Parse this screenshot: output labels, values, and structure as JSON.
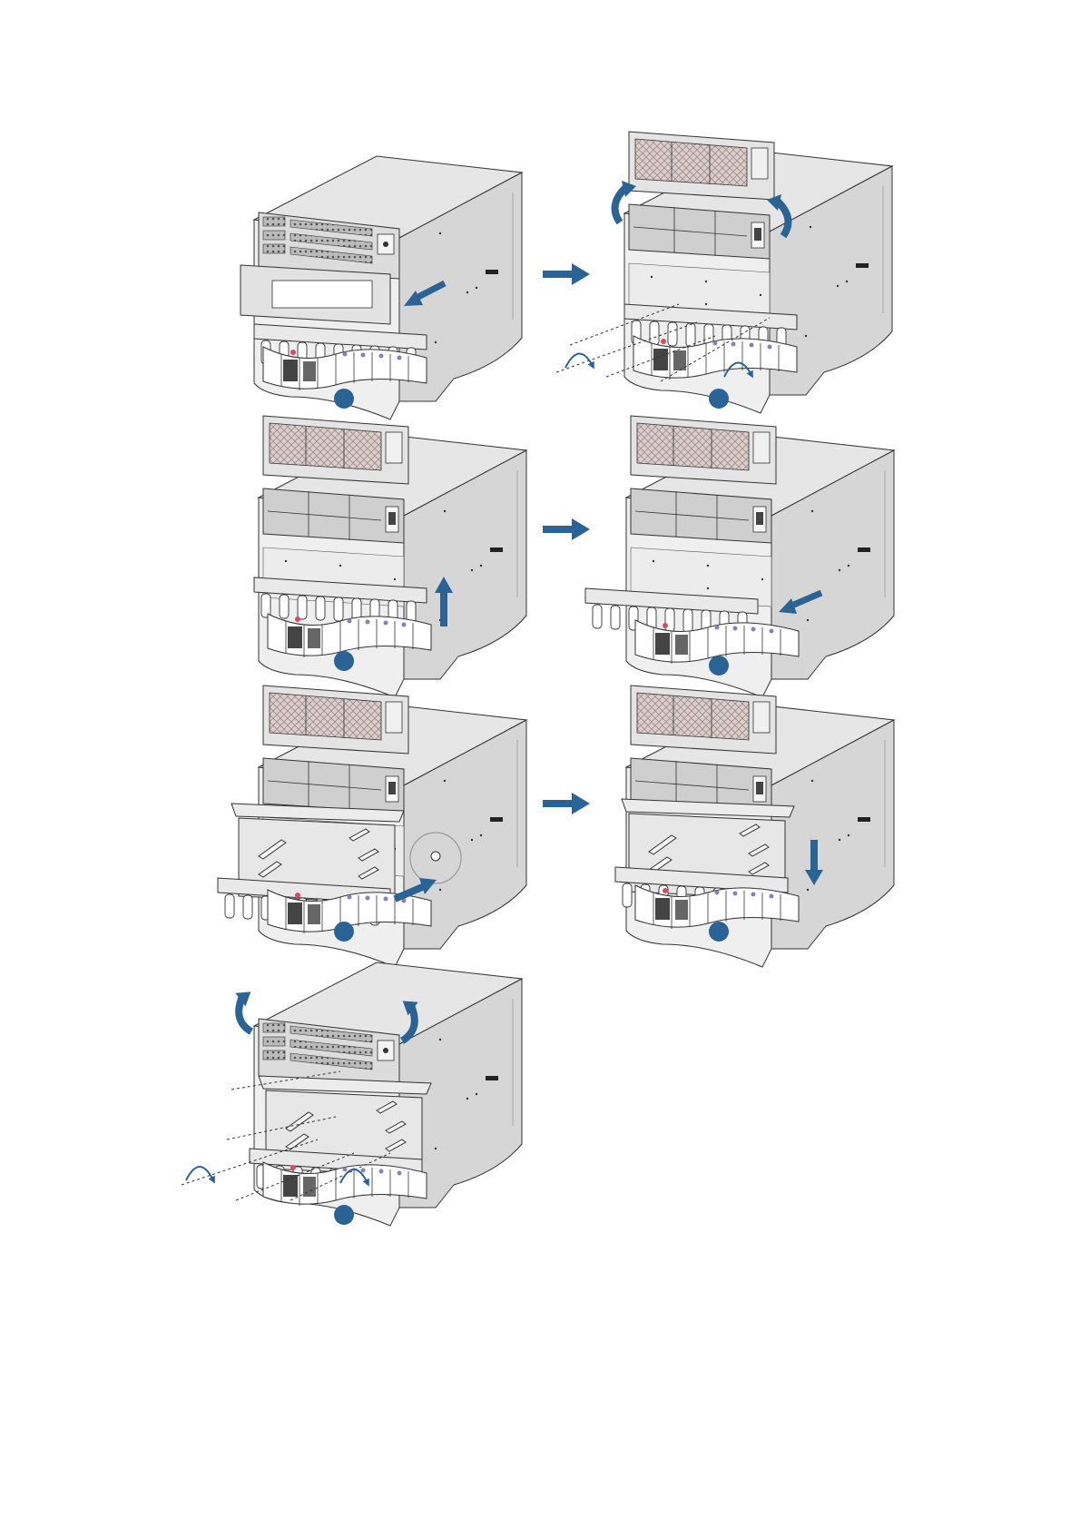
{
  "figure": {
    "colors": {
      "accent": "#2a6496",
      "cabinet_top": "#e6e6e6",
      "cabinet_front": "#efefef",
      "cabinet_side": "#d6d6d6",
      "outline": "#333333",
      "filter_mesh": "#d9c9c9"
    },
    "steps": [
      {
        "id": "step-1",
        "label": "",
        "cover": "closed",
        "action_icons": [
          "push-arrow-icon"
        ]
      },
      {
        "id": "step-2",
        "label": "",
        "cover": "open",
        "action_icons": [
          "lift-arrow-icon",
          "lift-arrow-icon",
          "unscrew-icon",
          "unscrew-icon"
        ]
      },
      {
        "id": "step-3",
        "label": "",
        "cover": "open",
        "action_icons": [
          "up-arrow-icon"
        ]
      },
      {
        "id": "step-4",
        "label": "",
        "cover": "open",
        "action_icons": [
          "pull-out-arrow-icon"
        ]
      },
      {
        "id": "step-5",
        "label": "",
        "cover": "open",
        "action_icons": [
          "insert-arrow-icon",
          "magnifier-circle-icon"
        ]
      },
      {
        "id": "step-6",
        "label": "",
        "cover": "open",
        "action_icons": [
          "down-arrow-icon"
        ]
      },
      {
        "id": "step-7",
        "label": "",
        "cover": "closing",
        "action_icons": [
          "lower-arrow-icon",
          "lower-arrow-icon",
          "screw-icon",
          "screw-icon"
        ]
      }
    ],
    "transition_arrows": [
      "right-arrow-icon",
      "right-arrow-icon",
      "right-arrow-icon"
    ]
  }
}
